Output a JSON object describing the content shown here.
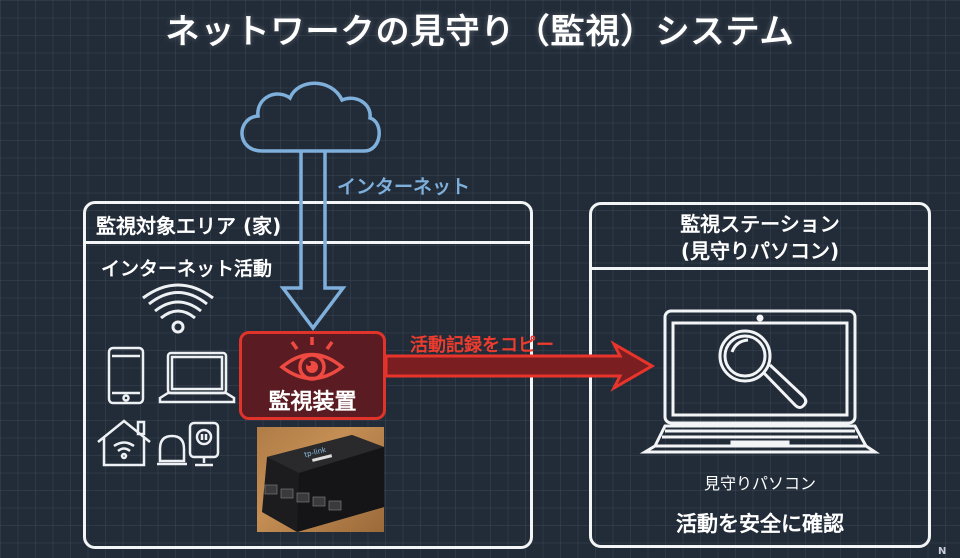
{
  "title": "ネットワークの見守り（監視）システム",
  "internet": {
    "label": "インターネット",
    "icon": "cloud-icon",
    "color": "#7fb0dc"
  },
  "home_area": {
    "title": "監視対象エリア (家)",
    "activity_label": "インターネット活動",
    "devices": [
      {
        "icon": "wifi-icon"
      },
      {
        "icon": "smartphone-icon"
      },
      {
        "icon": "laptop-icon"
      },
      {
        "icon": "smart-home-icon"
      },
      {
        "icon": "alarm-light-icon"
      },
      {
        "icon": "smart-camera-icon"
      }
    ]
  },
  "monitor_device": {
    "label": "監視装置",
    "icon": "eye-icon",
    "color": "#e0332a",
    "photo_brand": "tp-link"
  },
  "copy_arrow": {
    "label": "活動記録をコピー",
    "color": "#ef3b2d"
  },
  "station": {
    "title_line1": "監視ステーション",
    "title_line2": "(見守りパソコン)",
    "pc_label": "見守りパソコン",
    "caption": "活動を安全に確認",
    "icon": "laptop-search-icon"
  },
  "watermark": "N"
}
